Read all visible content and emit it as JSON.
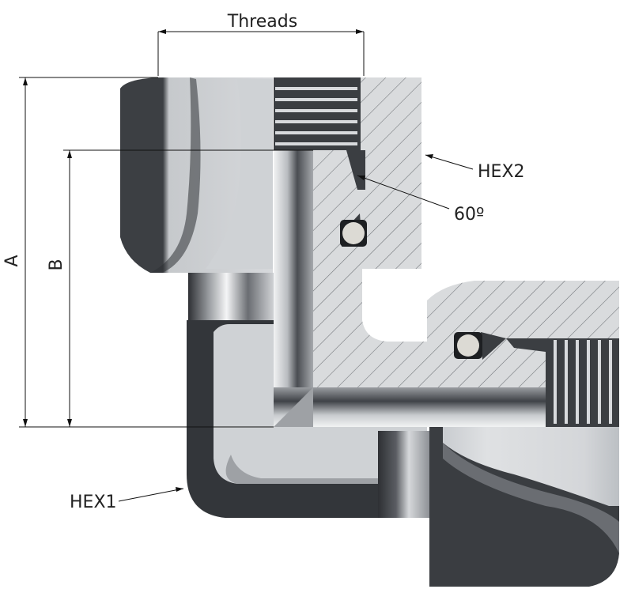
{
  "labels": {
    "threads": "Threads",
    "hex2": "HEX2",
    "angle": "60º",
    "hex1": "HEX1",
    "dim_a": "A",
    "dim_b": "B"
  },
  "colors": {
    "dark_steel": "#3a3d41",
    "mid_steel": "#8a8e93",
    "light_steel": "#c9ccd0",
    "bright_steel": "#e4e6e8",
    "section_fill": "#d9dbdd",
    "hatch": "#6e7276",
    "line": "#111111"
  }
}
